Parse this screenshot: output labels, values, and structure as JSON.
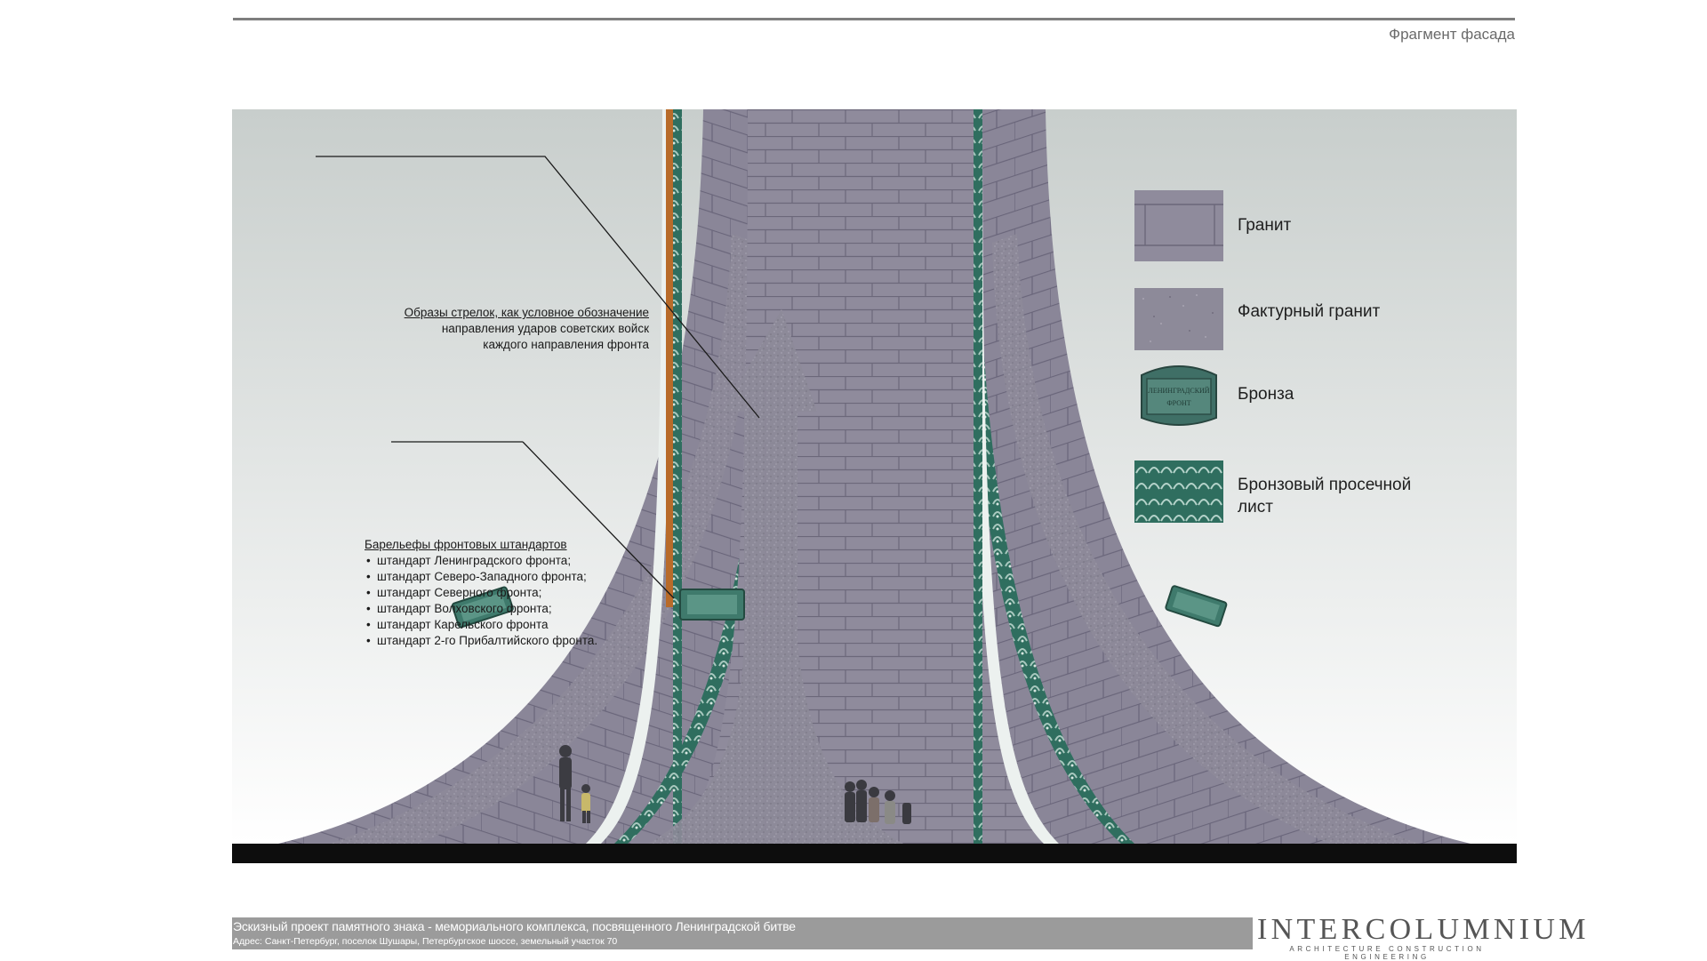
{
  "sheet": {
    "title": "Фрагмент фасада"
  },
  "callouts": {
    "arrows": {
      "line_1": "Образы стрелок, как условное обозначение",
      "line_2": "направления ударов советских войск",
      "line_3": "каждого направления фронта"
    },
    "bas_reliefs": {
      "heading": "Барельефы фронтовых штандартов",
      "items": [
        "штандарт Ленинградского фронта;",
        "штандарт Северо-Западного фронта;",
        "штандарт Северного фронта;",
        "штандарт Волховского фронта;",
        "штандарт Карельского фронта",
        "штандарт 2-го Прибалтийского фронта."
      ]
    }
  },
  "legend": {
    "items": [
      {
        "label": "Гранит",
        "swatch": "granite-swatch"
      },
      {
        "label": "Фактурный гранит",
        "swatch": "textured-granite-swatch"
      },
      {
        "label": "Бронза",
        "swatch": "bronze-plaque-swatch",
        "plaque_text": "ЛЕНИНГРАДСКИЙ ФРОНТ"
      },
      {
        "label": "Бронзовый просечной лист",
        "swatch": "perforated-bronze-swatch"
      }
    ]
  },
  "footer": {
    "title": "Эскизный проект памятного знака - мемориального комплекса, посвященного Ленинградской битве",
    "address": "Адрес: Санкт-Петербург, поселок Шушары, Петербургское шоссе, земельный участок 70"
  },
  "brand": {
    "name": "INTERCOLUMNIUM",
    "tagline": "ARCHITECTURE CONSTRUCTION ENGINEERING"
  },
  "colors": {
    "granite": "#8f8b9c",
    "granite_dark": "#6f6b7d",
    "bronze": "#3f7a6c",
    "sky_top": "#c9cfcd",
    "sky_bottom": "#ffffff",
    "ground": "#0d0d0d",
    "footer_bar": "#9b9b9b"
  }
}
